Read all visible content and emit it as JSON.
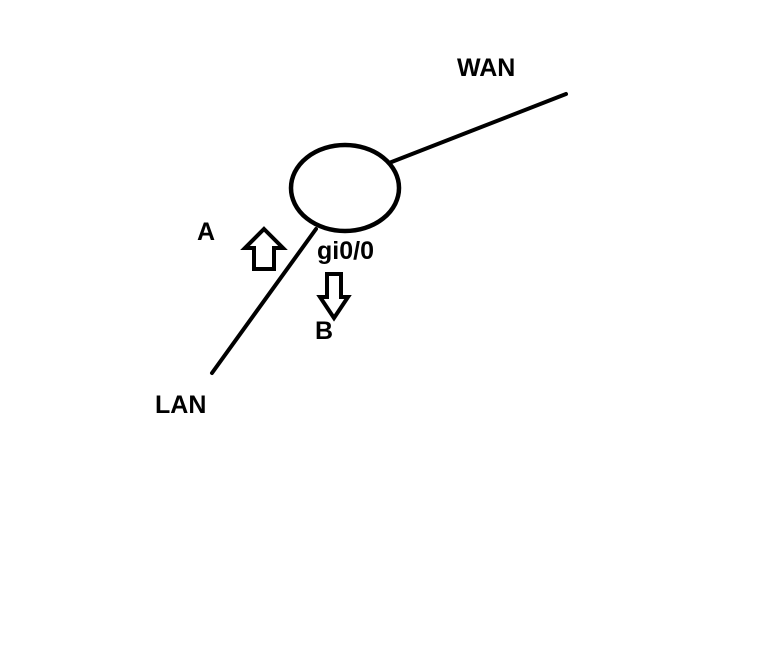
{
  "title": "Router interface traffic direction diagram",
  "colors": {
    "background": "#ffffff",
    "ink": "#000000",
    "arrow_fill": "#ffffff"
  },
  "diagram": {
    "node": {
      "type": "router-circle"
    },
    "interface": {
      "label": "gi0/0"
    },
    "links": [
      {
        "name": "wan",
        "label": "WAN"
      },
      {
        "name": "lan",
        "label": "LAN"
      }
    ],
    "arrows": [
      {
        "label": "A",
        "direction": "up"
      },
      {
        "label": "B",
        "direction": "down"
      }
    ]
  }
}
